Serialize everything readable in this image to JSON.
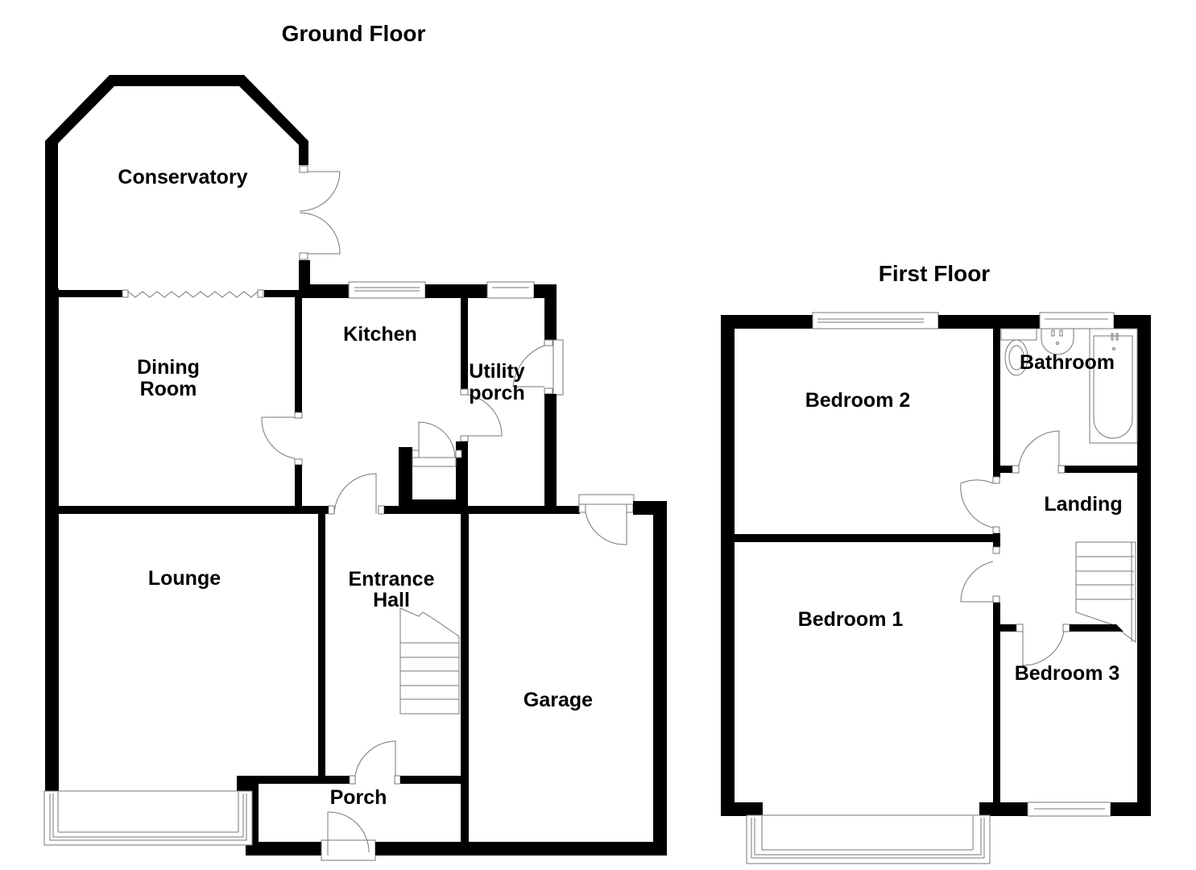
{
  "titles": {
    "ground_floor": "Ground Floor",
    "first_floor": "First Floor"
  },
  "ground_floor": {
    "rooms": {
      "conservatory": "Conservatory",
      "dining_line1": "Dining",
      "dining_line2": "Room",
      "kitchen": "Kitchen",
      "utility_line1": "Utility",
      "utility_line2": "porch",
      "lounge": "Lounge",
      "hall_line1": "Entrance",
      "hall_line2": "Hall",
      "porch": "Porch",
      "garage": "Garage"
    }
  },
  "first_floor": {
    "rooms": {
      "bedroom2": "Bedroom 2",
      "bathroom": "Bathroom",
      "landing": "Landing",
      "bedroom1": "Bedroom 1",
      "bedroom3": "Bedroom 3"
    }
  },
  "colors": {
    "wall": "#000000",
    "fixture_line": "#777777",
    "background": "#ffffff"
  }
}
